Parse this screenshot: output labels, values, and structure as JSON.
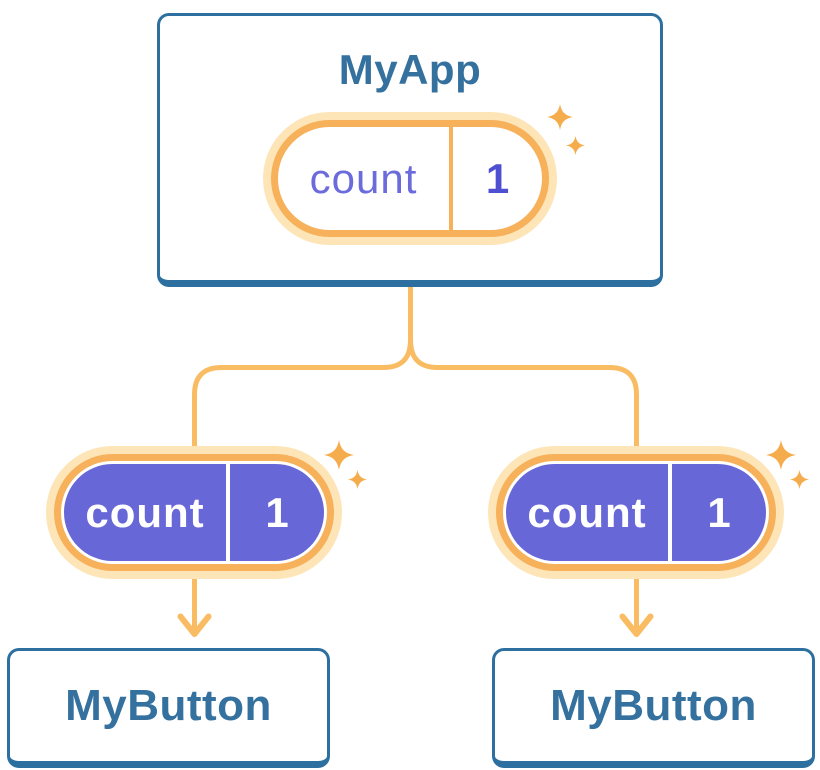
{
  "page": {
    "background": "#ffffff"
  },
  "colors": {
    "node_border_blue": "#2D70A0",
    "node_text_blue": "#35719E",
    "connector_orange": "#F9BC62",
    "pill_border_orange": "#F6B15A",
    "pill_halo_orange": "#FDE5B8",
    "sparkle_orange": "#F5AC4D",
    "prop_pill_purple": "#6767D8",
    "state_label_purple": "#6B6BDC",
    "state_value_purple": "#4F4FD1",
    "divider_white": "#FFFFFF"
  },
  "icons": {
    "sparkle": "four-point-star",
    "arrow": "down-chevron-arrow"
  },
  "tree": {
    "root": {
      "title": "MyApp",
      "state_pill": {
        "label": "count",
        "value": "1"
      }
    },
    "children": [
      {
        "title": "MyButton",
        "prop_pill": {
          "label": "count",
          "value": "1"
        }
      },
      {
        "title": "MyButton",
        "prop_pill": {
          "label": "count",
          "value": "1"
        }
      }
    ]
  }
}
